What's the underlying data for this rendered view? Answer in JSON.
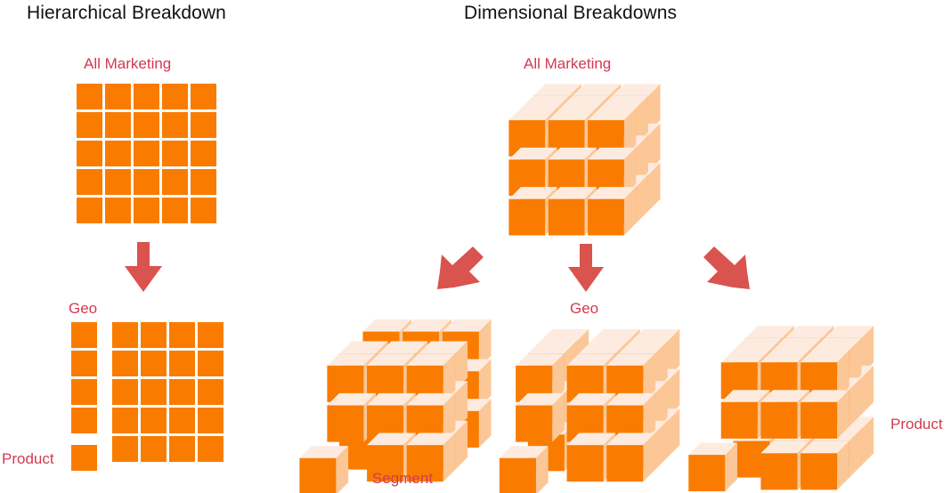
{
  "panels": {
    "left": {
      "title": "Hierarchical Breakdown"
    },
    "right": {
      "title": "Dimensional Breakdowns"
    }
  },
  "labels": {
    "all_marketing_left": "All Marketing",
    "all_marketing_right": "All Marketing",
    "geo_left": "Geo",
    "product_left": "Product",
    "segment": "Segment",
    "geo_mid": "Geo",
    "product_right": "Product"
  },
  "colors": {
    "cube_front": "#f97c00",
    "cube_side": "#fcc796",
    "cube_top": "#fdebe0",
    "arrow_red": "#d9534f",
    "label_red": "#d23a52",
    "title_black": "#111111",
    "background": "#ffffff"
  },
  "chart_data": {
    "type": "diagram",
    "title": "Hierarchical Breakdown vs Dimensional Breakdowns",
    "panels": [
      {
        "name": "Hierarchical Breakdown",
        "nodes": [
          {
            "id": "all-marketing-flat",
            "label": "All Marketing",
            "shape": "grid",
            "rows": 5,
            "cols": 5,
            "cells": 25
          },
          {
            "id": "split-grid",
            "label": "Geo / Product",
            "shape": "split-grid",
            "left_column_cells": 5,
            "right_grid_rows": 5,
            "right_grid_cols": 4,
            "axis_labels": [
              "Geo",
              "Product"
            ]
          }
        ],
        "arrows": [
          {
            "from": "all-marketing-flat",
            "to": "split-grid",
            "direction": "down"
          }
        ]
      },
      {
        "name": "Dimensional Breakdowns",
        "nodes": [
          {
            "id": "all-marketing-cube",
            "label": "All Marketing",
            "shape": "cube",
            "dim": [
              3,
              3,
              3
            ],
            "cells": 27
          },
          {
            "id": "breakdown-segment",
            "label": "Segment",
            "shape": "sliced-cube",
            "slice_axis": "depth",
            "dim": [
              3,
              3,
              3
            ]
          },
          {
            "id": "breakdown-geo",
            "label": "Geo",
            "shape": "sliced-cube",
            "slice_axis": "width",
            "dim": [
              3,
              3,
              3
            ]
          },
          {
            "id": "breakdown-product",
            "label": "Product",
            "shape": "sliced-cube",
            "slice_axis": "height",
            "dim": [
              3,
              3,
              3
            ]
          }
        ],
        "arrows": [
          {
            "from": "all-marketing-cube",
            "to": "breakdown-segment",
            "direction": "down-left"
          },
          {
            "from": "all-marketing-cube",
            "to": "breakdown-geo",
            "direction": "down"
          },
          {
            "from": "all-marketing-cube",
            "to": "breakdown-product",
            "direction": "down-right"
          }
        ]
      }
    ]
  }
}
